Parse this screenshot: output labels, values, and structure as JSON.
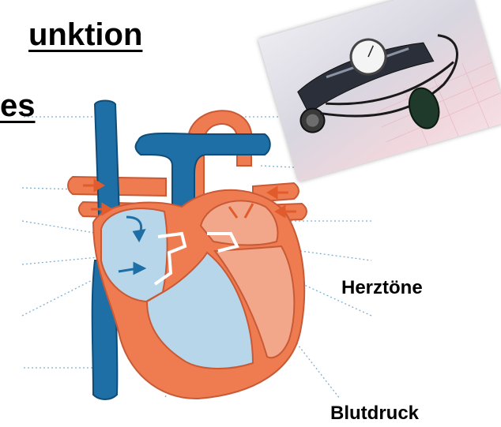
{
  "title": {
    "line1": "unktion",
    "line2": "es"
  },
  "labels": {
    "heart_sounds": "Herztöne",
    "blood_pressure": "Blutdruck"
  },
  "colors": {
    "oxygenated_blood": "#ef7b51",
    "deoxygenated_blood": "#1d6fa5",
    "right_chambers": "#b8d6ea",
    "left_chambers": "#f3a78a",
    "leader_lines": "#7fb0cf"
  },
  "icons": {
    "photo": "blood-pressure-monitor-photo"
  }
}
